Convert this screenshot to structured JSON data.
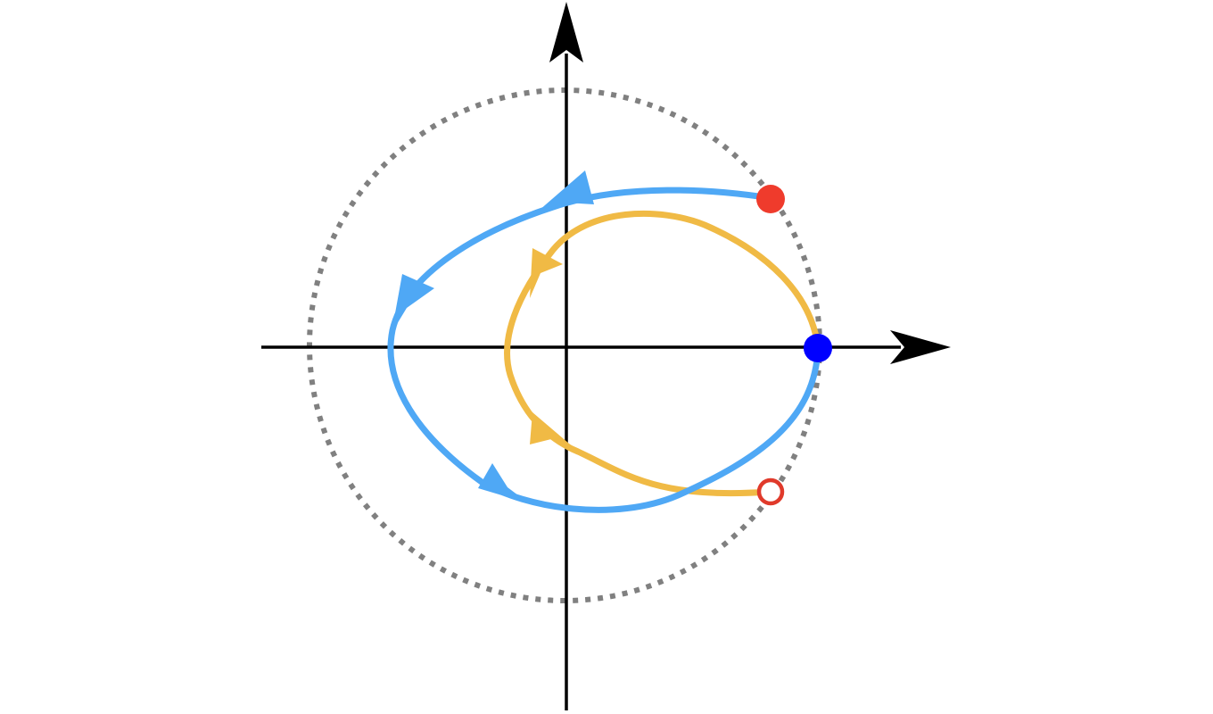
{
  "diagram": {
    "type": "phase-plane-trajectories",
    "colors": {
      "axis": "#000000",
      "boundary_circle": "#808080",
      "blue_trajectory": "#4fa8f5",
      "yellow_trajectory": "#f0ba45",
      "start_point": "#ef3b2c",
      "end_point_outline": "#e03a2b",
      "equilibrium_point": "#0000ff"
    },
    "elements": {
      "axes": "coordinate-axes",
      "circle": "dotted-boundary-circle",
      "trajectories": [
        "blue-trajectory",
        "yellow-trajectory"
      ],
      "points": [
        "red-filled-start-point",
        "red-hollow-end-point",
        "blue-equilibrium-point"
      ]
    }
  }
}
